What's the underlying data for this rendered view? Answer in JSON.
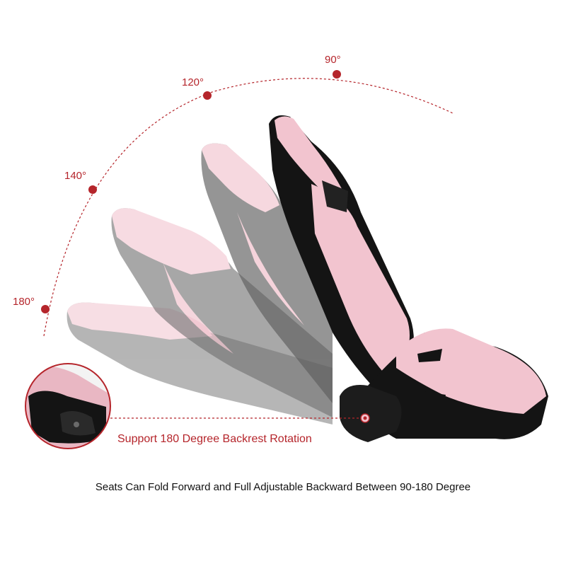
{
  "angle_marks": [
    {
      "label": "90°"
    },
    {
      "label": "120°"
    },
    {
      "label": "140°"
    },
    {
      "label": "180°"
    }
  ],
  "feature_caption": "Support 180 Degree Backrest Rotation",
  "main_caption": "Seats Can Fold Forward and Full Adjustable Backward Between 90-180 Degree",
  "colors": {
    "accent": "#b5252b",
    "seat_pink": "#f2c4cf",
    "seat_black": "#141414",
    "text": "#111111"
  },
  "icons": {
    "pivot": "pivot-marker-icon",
    "arc_dot": "angle-dot-icon"
  }
}
